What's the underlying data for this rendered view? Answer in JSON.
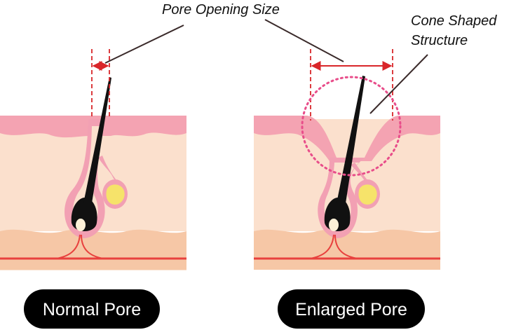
{
  "annotations": {
    "pore_opening_size": "Pore Opening Size",
    "cone_shaped_line1": "Cone Shaped",
    "cone_shaped_line2": "Structure"
  },
  "panels": {
    "normal": {
      "label": "Normal Pore"
    },
    "enlarged": {
      "label": "Enlarged Pore"
    }
  },
  "colors": {
    "skin_surface": "#f4a3b2",
    "dermis": "#fbe0cd",
    "subcutis": "#f6c7a6",
    "vessel": "#e8413e",
    "follicle": "#f2a0b3",
    "hair": "#111111",
    "sebaceous_gland": "#f6e36a",
    "dimension_line": "#d9262a",
    "cone_circle": "#e84d8a",
    "pill_background": "#000000",
    "pill_text": "#ffffff"
  }
}
